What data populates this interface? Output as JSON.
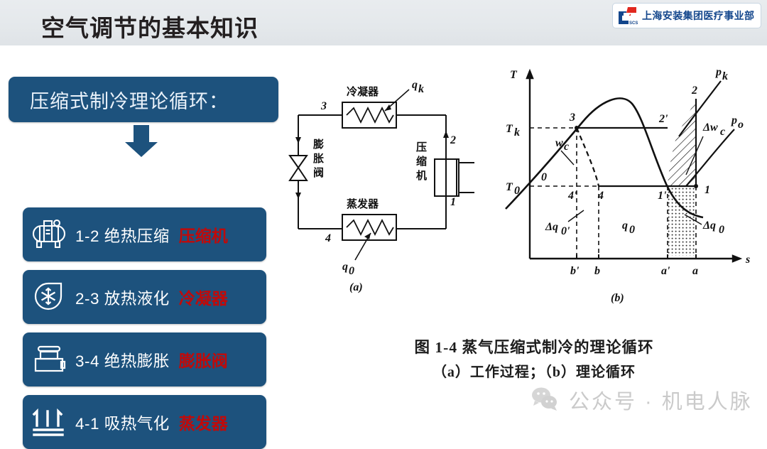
{
  "header": {
    "title": "空气调节的基本知识",
    "logo": {
      "abbr": "SCS",
      "text": "上海安装集团医疗事业部"
    }
  },
  "left_panel": {
    "heading": "压缩式制冷理论循环：",
    "arrow_icon": "down-arrow-icon",
    "steps": [
      {
        "icon": "compressor-icon",
        "label": "1-2 绝热压缩",
        "device": "压缩机"
      },
      {
        "icon": "condenser-fan-snowflake-icon",
        "label": "2-3 放热液化",
        "device": "冷凝器"
      },
      {
        "icon": "expansion-valve-icon",
        "label": "3-4 绝热膨胀",
        "device": "膨胀阀"
      },
      {
        "icon": "evaporator-arrows-icon",
        "label": "4-1 吸热气化",
        "device": "蒸发器"
      }
    ]
  },
  "figure": {
    "caption_line1": "图 1-4    蒸气压缩式制冷的理论循环",
    "caption_line2": "（a）工作过程；（b）理论循环",
    "diagram_a": {
      "sublabel": "(a)",
      "components": [
        "冷凝器",
        "膨胀阀",
        "蒸发器",
        "压缩机"
      ],
      "state_points": [
        "1",
        "2",
        "3",
        "4"
      ],
      "heat_labels": [
        "q k",
        "q 0"
      ]
    },
    "diagram_b": {
      "sublabel": "(b)",
      "axis_x": "s",
      "axis_y": "T",
      "y_ticks": [
        "T k",
        "T 0"
      ],
      "x_ticks": [
        "b'",
        "b",
        "a'",
        "a"
      ],
      "state_points": [
        "0",
        "1",
        "1'",
        "2",
        "2'",
        "3",
        "4",
        "4'"
      ],
      "curve_labels": [
        "p k",
        "p o",
        "w c"
      ],
      "area_labels": [
        "q 0",
        "Δq 0'",
        "Δq 0",
        "Δw c"
      ]
    }
  },
  "watermark": {
    "icon": "wechat-bubbles-icon",
    "text": "公众号 · 机电人脉"
  },
  "colors": {
    "header_bg": "#e6eaee",
    "box_blue": "#1d527d",
    "device_red": "#c00a0a",
    "logo_blue": "#13468c",
    "logo_red": "#e1281f"
  }
}
